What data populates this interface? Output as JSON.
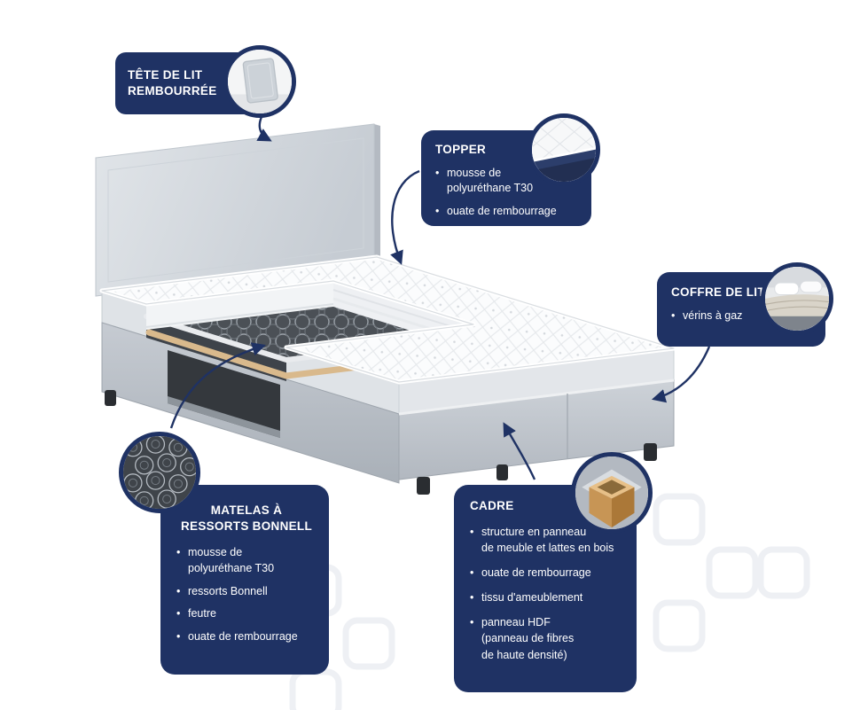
{
  "page": {
    "background": "#ffffff",
    "accent_navy": "#1f3264"
  },
  "callouts": {
    "headboard": {
      "title_lines": [
        "TÊTE DE LIT",
        "REMBOURRÉE"
      ],
      "photo": "headboard-photo"
    },
    "topper": {
      "title": "TOPPER",
      "bullets": [
        "mousse de\npolyuréthane T30",
        "ouate de rembourrage"
      ],
      "photo": "topper-quilt-photo"
    },
    "storage_box": {
      "title": "COFFRE DE LIT",
      "bullets": [
        "vérins à gaz"
      ],
      "photo": "open-storage-photo"
    },
    "mattress": {
      "title_lines": [
        "MATELAS À",
        "RESSORTS BONNELL"
      ],
      "bullets": [
        "mousse de\npolyuréthane T30",
        "ressorts Bonnell",
        "feutre",
        "ouate de rembourrage"
      ],
      "photo": "bonnell-springs-photo"
    },
    "frame": {
      "title": "CADRE",
      "bullets": [
        "structure en panneau\nde meuble et lattes en bois",
        "ouate de rembourrage",
        "tissu d'ameublement",
        "panneau HDF\n(panneau de fibres\nde haute densité)"
      ],
      "photo": "frame-corner-photo"
    }
  }
}
